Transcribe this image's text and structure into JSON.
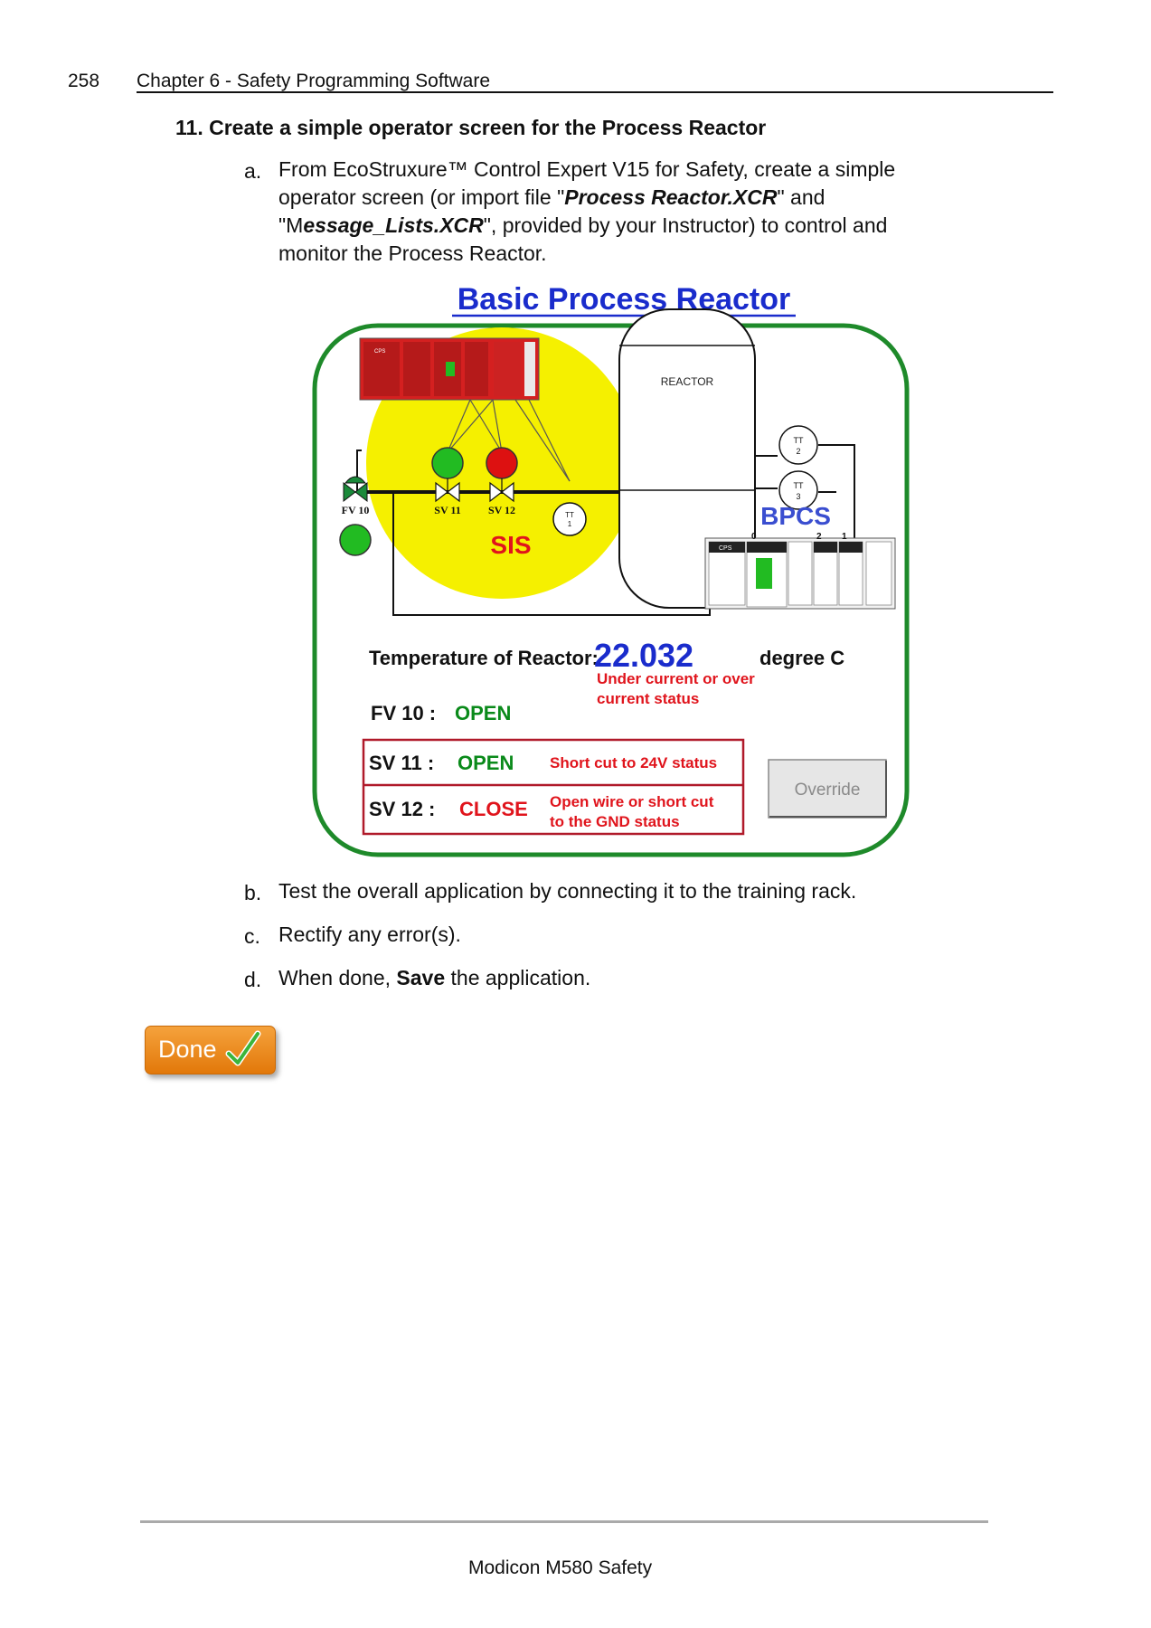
{
  "header": {
    "page_number": "258",
    "chapter": "Chapter 6 - Safety Programming Software"
  },
  "step": {
    "heading": "11. Create a simple operator screen for the Process Reactor"
  },
  "items": {
    "a": {
      "letter": "a.",
      "line1": "From EcoStruxure™ Control Expert V15 for Safety, create a simple",
      "line2_pre": "operator screen (or import file \"",
      "line2_file": "Process Reactor.XCR",
      "line2_post": "\" and",
      "line3_pre": "\"M",
      "line3_file": "essage_Lists.XCR",
      "line3_post": "\", provided by your Instructor) to control and",
      "line4": "monitor the Process Reactor."
    },
    "b": {
      "letter": "b.",
      "text": "Test the overall application by connecting it to the training rack."
    },
    "c": {
      "letter": "c.",
      "text": "Rectify any error(s)."
    },
    "d": {
      "letter": "d.",
      "pre": "When done, ",
      "bold": "Save",
      "post": " the application."
    }
  },
  "hmi": {
    "title": "Basic Process Reactor",
    "reactor_label": "REACTOR",
    "fv10_label": "FV 10",
    "sv11_label": "SV 11",
    "sv12_label": "SV 12",
    "tt1_top": "TT",
    "tt1_num": "1",
    "tt2_top": "TT",
    "tt2_num": "2",
    "tt3_top": "TT",
    "tt3_num": "3",
    "sis_label": "SIS",
    "bpcs_label": "BPCS",
    "temperature_label": "Temperature of Reactor:",
    "temperature_value": "22.032",
    "temperature_unit": "degree C",
    "temp_status_line1": "Under current or over",
    "temp_status_line2": "current status",
    "fv10_status_label": "FV 10 :",
    "fv10_status_value": "OPEN",
    "sv11_status_label": "SV 11 :",
    "sv11_status_value": "OPEN",
    "sv11_message": "Short cut to 24V status",
    "sv12_status_label": "SV 12 :",
    "sv12_status_value": "CLOSE",
    "sv12_message_line1": "Open wire or short cut",
    "sv12_message_line2": "to the GND status",
    "override_button": "Override",
    "module_labels": {
      "cps_red": "CPS",
      "cps_white": "CPS",
      "slot_0": "0",
      "slot_1": "1",
      "slot_2": "2"
    },
    "colors": {
      "border_green": "#1e8a2a",
      "sis_yellow": "#f5f000",
      "title_blue": "#1a2ccc",
      "status_green": "#0a8a1a",
      "status_red": "#e0141c",
      "led_green": "#22bb22",
      "led_red": "#dd1111"
    }
  },
  "done_button": {
    "label": "Done",
    "icon": "checkmark-icon"
  },
  "footer": {
    "text": "Modicon M580 Safety"
  }
}
